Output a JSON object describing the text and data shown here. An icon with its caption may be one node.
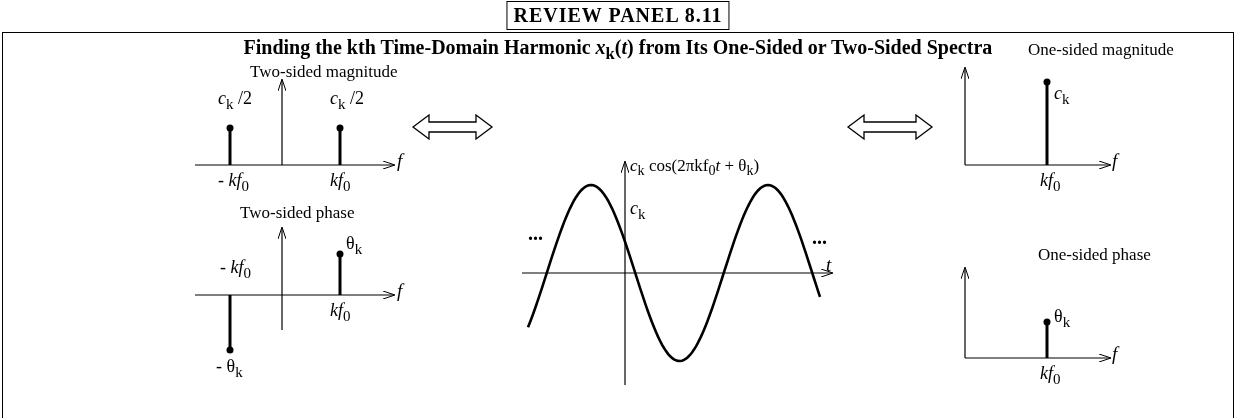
{
  "diagram": {
    "title": "REVIEW PANEL 8.11",
    "nodes": [
      {
        "text": [
          "Two-sided magnitude"
        ]
      },
      {
        "text": [
          "Two-sided phase"
        ]
      },
      {
        "text": [
          "*c*$_{k}$ cos(2πkf$_{0}$*t* + θ$_{k}$)"
        ]
      },
      {
        "text": [
          "One-sided magnitude"
        ]
      },
      {
        "text": [
          "One-sided phase"
        ]
      }
    ],
    "edges": [
      {
        "from": 0,
        "to": 2,
        "arrow": "both"
      },
      {
        "from": 2,
        "to": 3,
        "arrow": "both"
      }
    ],
    "labels": [
      "Finding the kth Time-Domain Harmonic *x*$_{k}$(*t*) from Its One-Sided or Two-Sided Spectra",
      "*c*$_{k}$ /2",
      "*c*$_{k}$ /2",
      "*f*",
      "- *kf*$_{0}$",
      "*kf*$_{0}$",
      "- *kf*$_{0}$",
      "θ$_{k}$",
      "*f*",
      "*kf*$_{0}$",
      "- θ$_{k}$",
      "...",
      "*c*$_{k}$",
      "...",
      "*t*",
      "*c*$_{k}$",
      "*f*",
      "*kf*$_{0}$",
      "θ$_{k}$",
      "*f*",
      "*kf*$_{0}$"
    ]
  }
}
